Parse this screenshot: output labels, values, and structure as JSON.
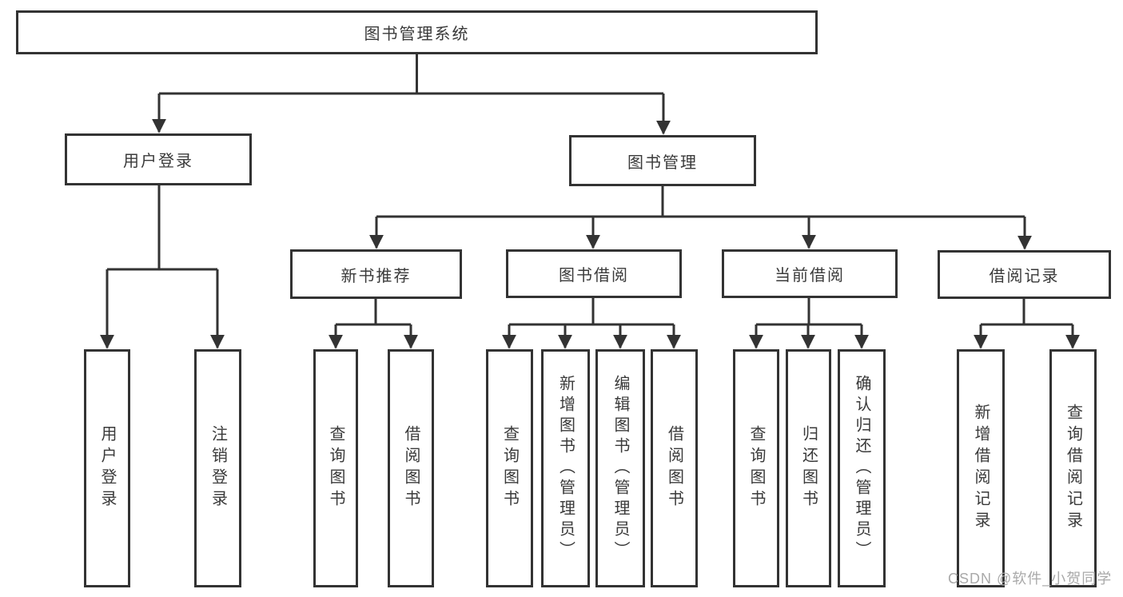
{
  "diagram": {
    "root": {
      "label": "图书管理系统"
    },
    "user_login": {
      "label": "用户登录",
      "leaves": [
        "用户登录",
        "注销登录"
      ]
    },
    "book_mgmt": {
      "label": "图书管理",
      "groups": [
        {
          "label": "新书推荐",
          "leaves": [
            "查询图书",
            "借阅图书"
          ]
        },
        {
          "label": "图书借阅",
          "leaves": [
            "查询图书",
            "新增图书（管理员）",
            "编辑图书（管理员）",
            "借阅图书"
          ]
        },
        {
          "label": "当前借阅",
          "leaves": [
            "查询图书",
            "归还图书",
            "确认归还（管理员）"
          ]
        },
        {
          "label": "借阅记录",
          "leaves": [
            "新增借阅记录",
            "查询借阅记录"
          ]
        }
      ]
    }
  },
  "watermark": "CSDN @软件_小贺同学",
  "colors": {
    "line": "#333333",
    "text": "#3a3a3a",
    "watermark": "#a9a9a9",
    "box_background": "#ffffff"
  }
}
